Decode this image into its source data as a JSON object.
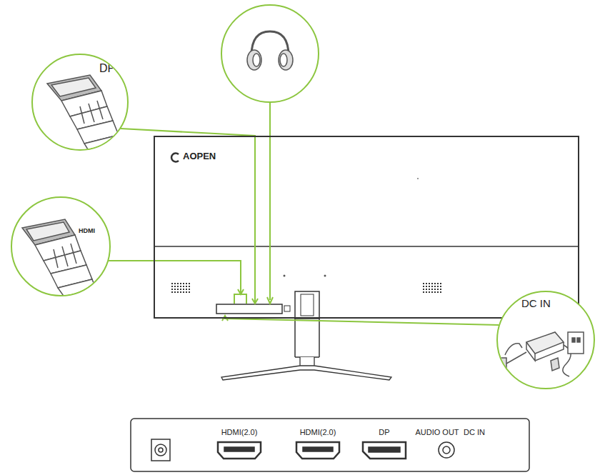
{
  "diagram": {
    "nodes": [
      {
        "text": [
          "DP"
        ]
      },
      {
        "text": [
          "HDMI"
        ]
      },
      {
        "text": [
          "AOPEN"
        ]
      },
      {
        "text": [
          "DC IN"
        ]
      }
    ],
    "edges": [
      {
        "from": 0,
        "to": 2,
        "arrow": "to"
      },
      {
        "from": 1,
        "to": 2,
        "arrow": "to"
      },
      {
        "from": 3,
        "to": 2,
        "arrow": "to"
      }
    ],
    "labels": [
      "HDMI(2.0)",
      "HDMI(2.0)",
      "DP",
      "AUDIO OUT",
      "DC IN"
    ]
  }
}
